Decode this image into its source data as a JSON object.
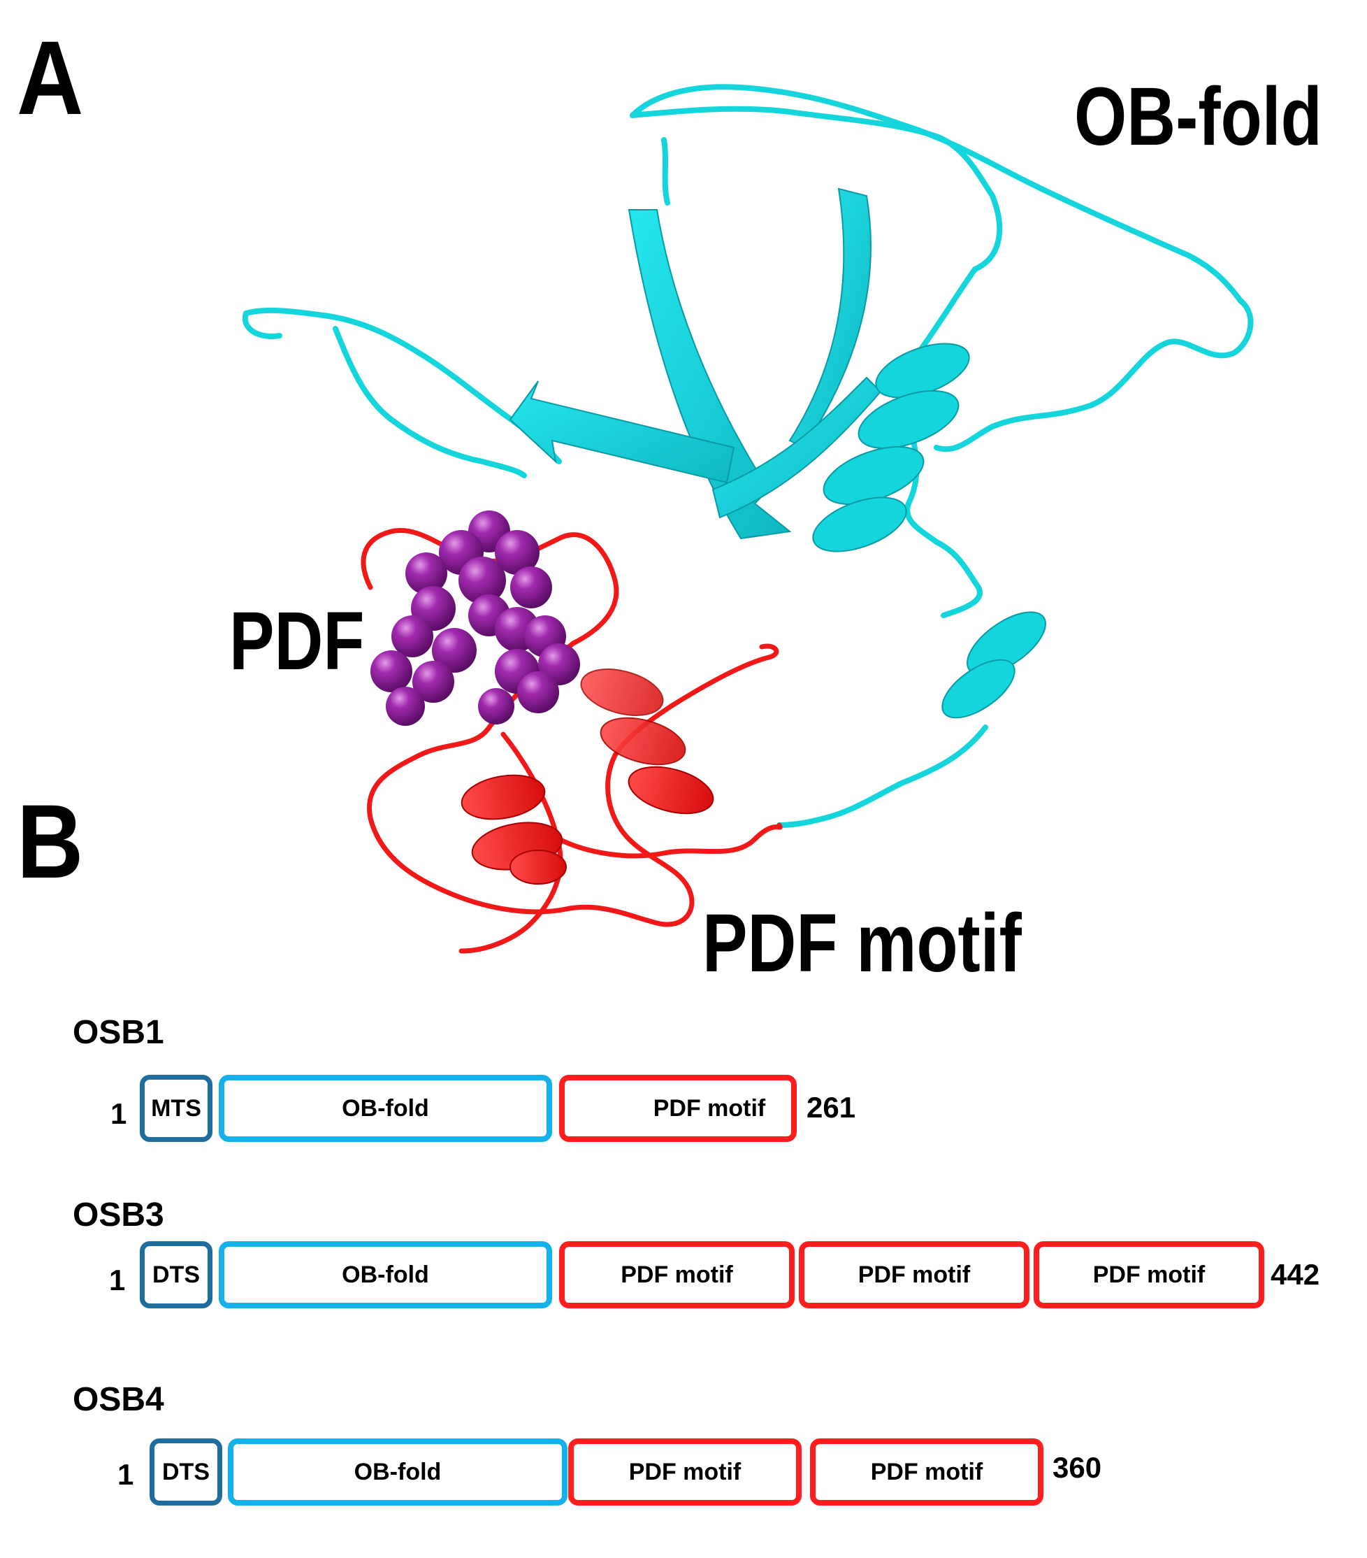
{
  "panel_a": {
    "letter": "A",
    "labels": {
      "ob_fold": "OB-fold",
      "pdf": "PDF",
      "pdf_motif": "PDF motif"
    },
    "colors": {
      "ob_fold": "#14d4dc",
      "pdf_motif": "#f21818",
      "pdf_ligand": "#8c1a96"
    }
  },
  "panel_b": {
    "letter": "B",
    "proteins": [
      {
        "name": "OSB1",
        "start": "1",
        "end": "261",
        "domains": [
          {
            "label": "MTS",
            "kind": "targeting"
          },
          {
            "label": "OB-fold",
            "kind": "ob"
          },
          {
            "label": "PDF motif",
            "kind": "pdf"
          }
        ]
      },
      {
        "name": "OSB3",
        "start": "1",
        "end": "442",
        "domains": [
          {
            "label": "DTS",
            "kind": "targeting"
          },
          {
            "label": "OB-fold",
            "kind": "ob"
          },
          {
            "label": "PDF motif",
            "kind": "pdf"
          },
          {
            "label": "PDF motif",
            "kind": "pdf"
          },
          {
            "label": "PDF motif",
            "kind": "pdf"
          }
        ]
      },
      {
        "name": "OSB4",
        "start": "1",
        "end": "360",
        "domains": [
          {
            "label": "DTS",
            "kind": "targeting"
          },
          {
            "label": "OB-fold",
            "kind": "ob"
          },
          {
            "label": "PDF motif",
            "kind": "pdf"
          },
          {
            "label": "PDF motif",
            "kind": "pdf"
          }
        ]
      }
    ],
    "colors": {
      "targeting": "#1f6d9c",
      "ob": "#15b1eb",
      "pdf": "#ff1d1d"
    }
  }
}
